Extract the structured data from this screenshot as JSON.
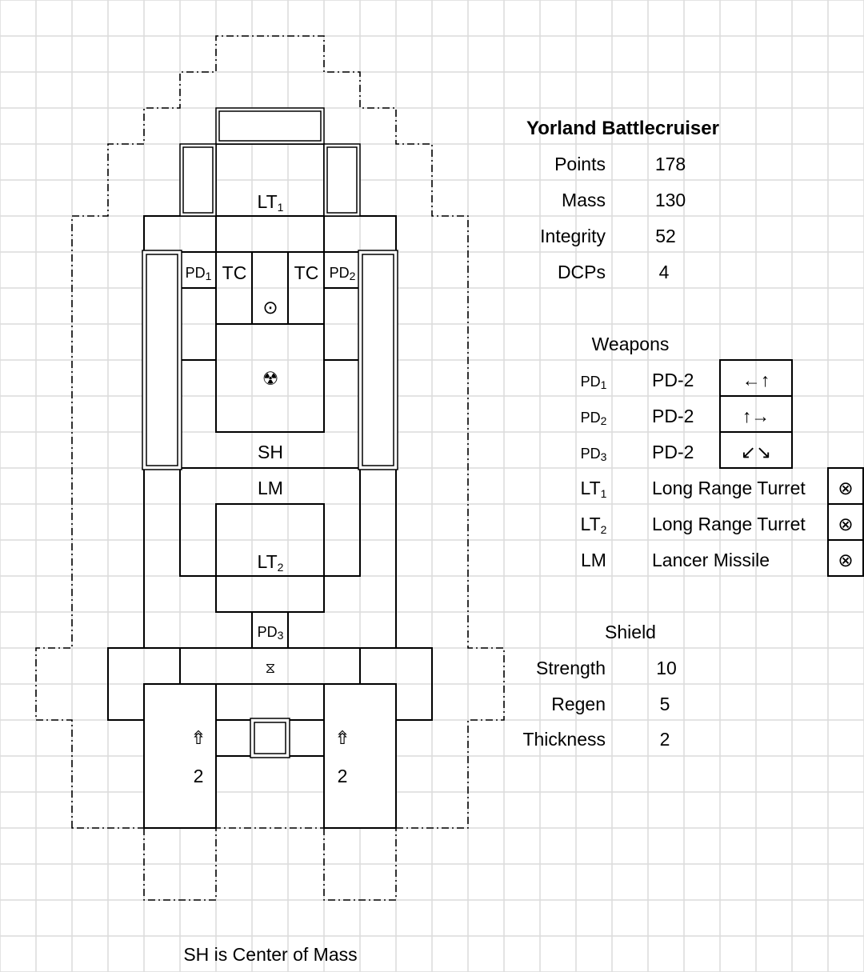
{
  "ship": {
    "title": "Yorland Battlecruiser",
    "stats": [
      {
        "label": "Points",
        "value": "178"
      },
      {
        "label": "Mass",
        "value": "130"
      },
      {
        "label": "Integrity",
        "value": "52"
      },
      {
        "label": "DCPs",
        "value": "4"
      }
    ]
  },
  "weapons": {
    "heading": "Weapons",
    "rows": [
      {
        "code": "PD",
        "sub": "1",
        "name": "PD-2",
        "arcs": "←↑"
      },
      {
        "code": "PD",
        "sub": "2",
        "name": "PD-2",
        "arcs": "↑→"
      },
      {
        "code": "PD",
        "sub": "3",
        "name": "PD-2",
        "arcs": "↙↘"
      },
      {
        "code": "LT",
        "sub": "1",
        "name": "Long Range Turret",
        "arcs": "⊗"
      },
      {
        "code": "LT",
        "sub": "2",
        "name": "Long Range Turret",
        "arcs": "⊗"
      },
      {
        "code": "LM",
        "sub": "",
        "name": "Lancer Missile",
        "arcs": "⊗"
      }
    ]
  },
  "shield": {
    "heading": "Shield",
    "stats": [
      {
        "label": "Strength",
        "value": "10"
      },
      {
        "label": "Regen",
        "value": "5"
      },
      {
        "label": "Thickness",
        "value": "2"
      }
    ]
  },
  "map": {
    "lt1": {
      "base": "LT",
      "sub": "1"
    },
    "lt2": {
      "base": "LT",
      "sub": "2"
    },
    "pd1": {
      "base": "PD",
      "sub": "1"
    },
    "pd2": {
      "base": "PD",
      "sub": "2"
    },
    "pd3": {
      "base": "PD",
      "sub": "3"
    },
    "tc": "TC",
    "sh": "SH",
    "lm": "LM",
    "bridge_icon": "⊙",
    "reactor_icon": "☢",
    "hourglass_icon": "⧖",
    "thruster_icon": "⇮",
    "thrust_left": "2",
    "thrust_right": "2"
  },
  "footer": "SH is Center of Mass"
}
